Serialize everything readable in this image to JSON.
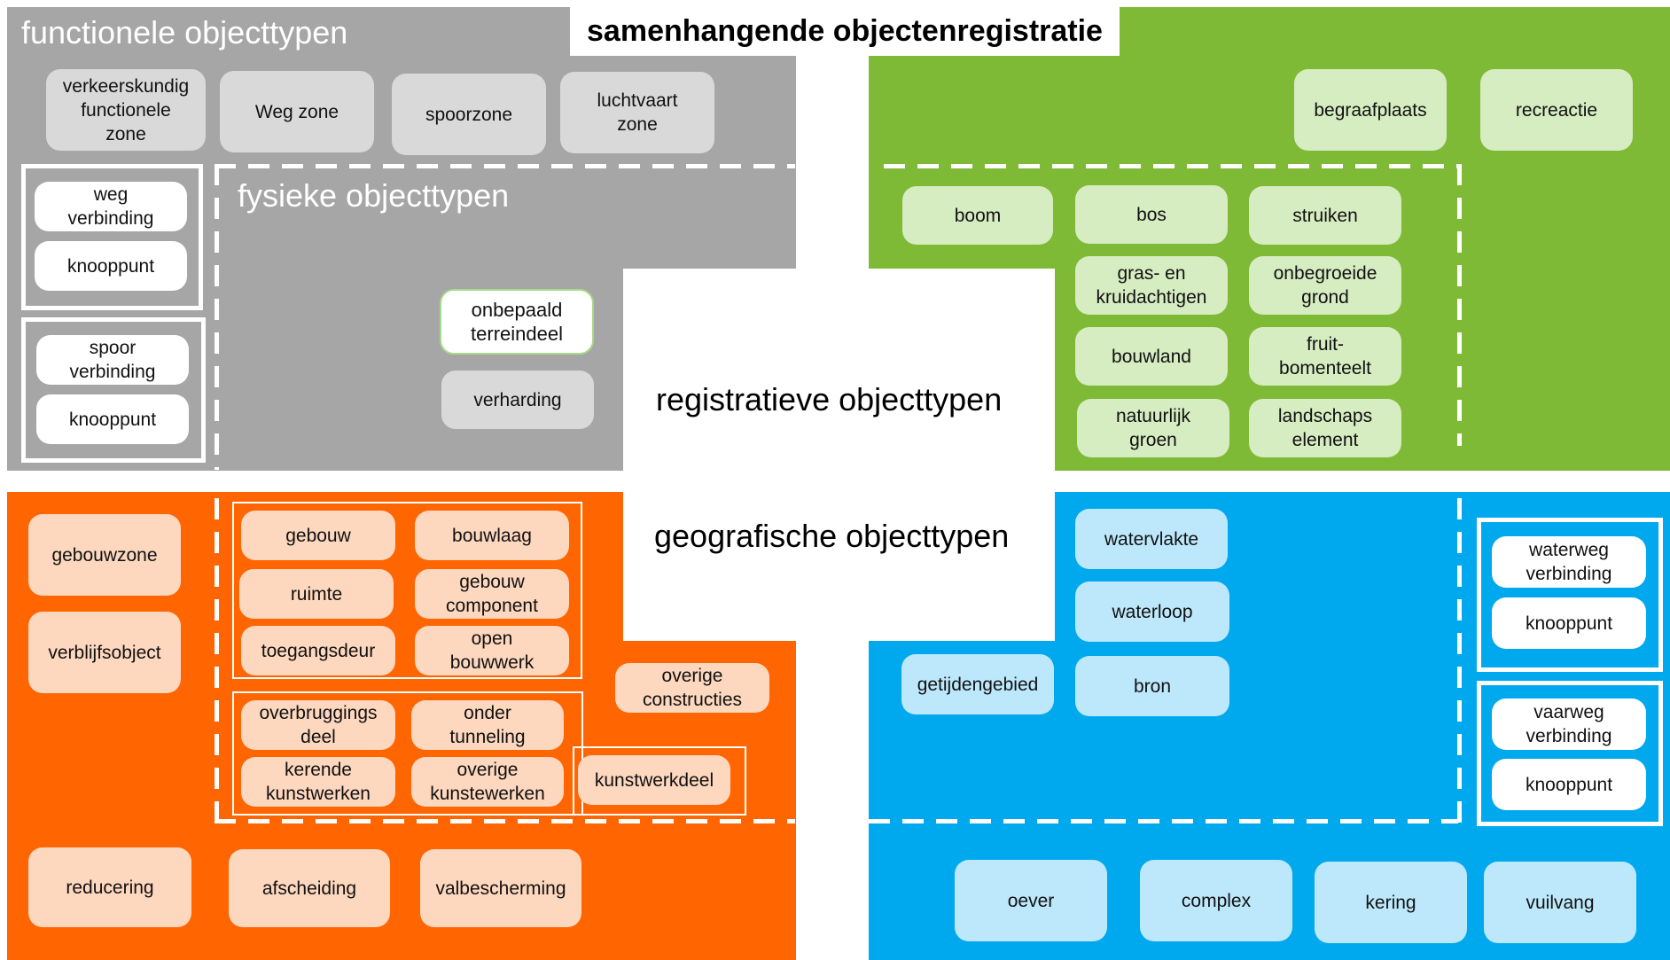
{
  "title": "samenhangende objectenregistratie",
  "center_labels": {
    "registratief": "registratieve objecttypen",
    "geografisch": "geografische objecttypen"
  },
  "functioneel": {
    "heading": "functionele objecttypen",
    "boxes": [
      "verkeerskundig\nfunctionele\nzone",
      "Weg zone",
      "spoorzone",
      "luchtvaart\nzone"
    ],
    "weg": [
      "weg\nverbinding",
      "knooppunt"
    ],
    "spoor": [
      "spoor\nverbinding",
      "knooppunt"
    ]
  },
  "fysiek": {
    "heading": "fysieke objecttypen",
    "onbepaald": "onbepaald\nterreindeel",
    "verharding": "verharding"
  },
  "groen": {
    "top": [
      "begraafplaats",
      "recreactie"
    ],
    "boxes": [
      "boom",
      "bos",
      "struiken",
      "gras- en\nkruidachtigen",
      "onbegroeide\ngrond",
      "bouwland",
      "fruit-\nbomenteelt",
      "natuurlijk\ngroen",
      "landschaps\nelement"
    ]
  },
  "bouw": {
    "left": [
      "gebouwzone",
      "verblijfsobject"
    ],
    "gebouw": [
      "gebouw",
      "bouwlaag",
      "ruimte",
      "gebouw\ncomponent",
      "toegangsdeur",
      "open\nbouwwerk"
    ],
    "overige_constructies": "overige\nconstructies",
    "kunstwerk": [
      "overbruggings\ndeel",
      "onder\ntunneling",
      "kerende\nkunstwerken",
      "overige\nkunstewerken"
    ],
    "kunstwerkdeel": "kunstwerkdeel",
    "bottom": [
      "reducering",
      "afscheiding",
      "valbescherming"
    ]
  },
  "water": {
    "boxes": [
      "watervlakte",
      "waterloop",
      "bron"
    ],
    "getijdengebied": "getijdengebied",
    "waterweg": [
      "waterweg\nverbinding",
      "knooppunt"
    ],
    "vaarweg": [
      "vaarweg\nverbinding",
      "knooppunt"
    ],
    "bottom": [
      "oever",
      "complex",
      "kering",
      "vuilvang"
    ]
  },
  "colors": {
    "gray": "#a6a6a6",
    "green": "#7fba37",
    "orange": "#ff6500",
    "blue": "#00a9ee"
  }
}
